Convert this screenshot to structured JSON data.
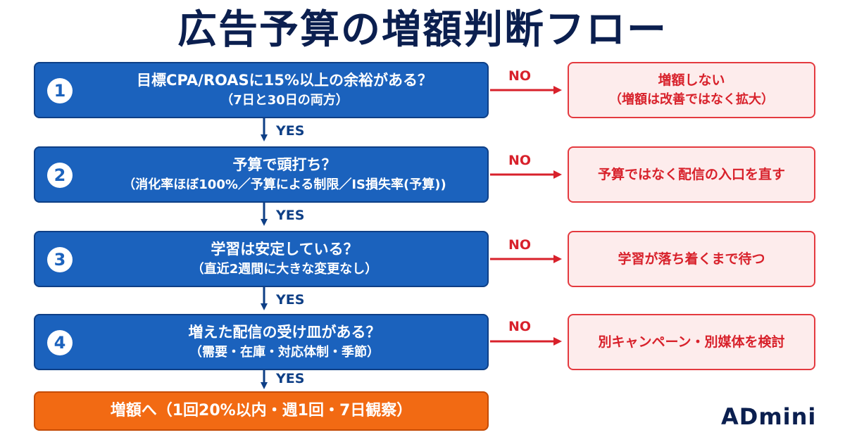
{
  "title": "広告予算の増額判断フロー",
  "steps": [
    {
      "number": "1",
      "question": "目標CPA/ROASに15%以上の余裕がある？",
      "detail": "（7日と30日の両方）",
      "no_label": "NO",
      "no_result": "増額しない",
      "no_result_detail": "（増額は改善ではなく拡大）",
      "yes_label": "YES"
    },
    {
      "number": "2",
      "question": "予算で頭打ち？",
      "detail": "（消化率ほぼ100%／予算による制限／IS損失率(予算))",
      "no_label": "NO",
      "no_result": "予算ではなく配信の入口を直す",
      "yes_label": "YES"
    },
    {
      "number": "3",
      "question": "学習は安定している？",
      "detail": "（直近2週間に大きな変更なし）",
      "no_label": "NO",
      "no_result": "学習が落ち着くまで待つ",
      "yes_label": "YES"
    },
    {
      "number": "4",
      "question": "増えた配信の受け皿がある？",
      "detail": "（需要・在庫・対応体制・季節）",
      "no_label": "NO",
      "no_result": "別キャンペーン・別媒体を検討",
      "yes_label": "YES"
    }
  ],
  "final": "増額へ（1回20%以内・週1回・7日観察）",
  "brand": "ADmini",
  "colors": {
    "question_box": "#1b62bd",
    "no_box_fill": "#fdecec",
    "no_box_border": "#e43a3f",
    "no_text": "#d8212b",
    "final_box": "#f26a13",
    "title": "#0b1f4f"
  }
}
